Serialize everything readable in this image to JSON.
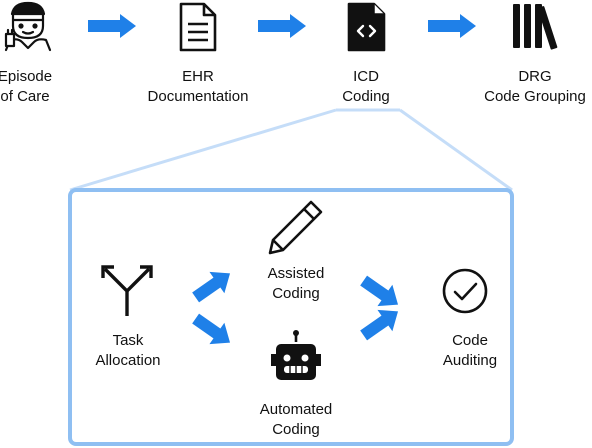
{
  "pipeline": {
    "steps": [
      {
        "label": "Episode\nof Care",
        "icon": "patient-icon"
      },
      {
        "label": "EHR\nDocumentation",
        "icon": "document-icon"
      },
      {
        "label": "ICD\nCoding",
        "icon": "code-file-icon"
      },
      {
        "label": "DRG\nCode Grouping",
        "icon": "books-icon"
      }
    ]
  },
  "detail": {
    "task": {
      "label": "Task\nAllocation",
      "icon": "fork-arrows-icon"
    },
    "assisted": {
      "label": "Assisted\nCoding",
      "icon": "pencil-icon"
    },
    "automated": {
      "label": "Automated\nCoding",
      "icon": "robot-icon"
    },
    "auditing": {
      "label": "Code\nAuditing",
      "icon": "check-circle-icon"
    }
  },
  "colors": {
    "arrow": "#1f80e8",
    "frame": "#8fbff2",
    "frame_light": "#c5ddf8",
    "icon": "#111111"
  }
}
